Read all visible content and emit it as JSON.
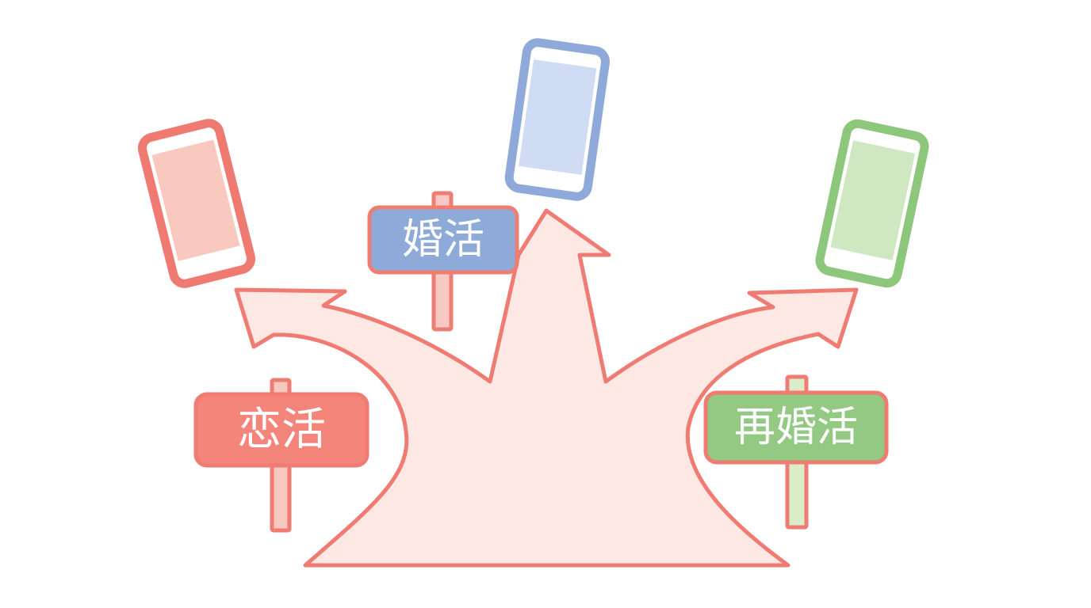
{
  "signs": {
    "renkatsu": {
      "label": "恋活",
      "color": "#ef7b72",
      "fill": "#f4857b",
      "post_fill": "#f7c7c0"
    },
    "konkatsu": {
      "label": "婚活",
      "color": "#ee7d74",
      "fill": "#8eaad8",
      "post_fill": "#f7c9c2"
    },
    "saikonkatsu": {
      "label": "再婚活",
      "color": "#ef7b72",
      "fill": "#93c983",
      "post_fill": "#d9edc9"
    }
  },
  "phones": {
    "left": {
      "color": "#ef7a72",
      "screen": "#f9c9bf"
    },
    "center": {
      "color": "#8ea9da",
      "screen": "#cfdcf4"
    },
    "right": {
      "color": "#8dc77c",
      "screen": "#cfe8c2"
    }
  },
  "arrow": {
    "stroke": "#ef7b72",
    "fill": "#fde8e4"
  }
}
